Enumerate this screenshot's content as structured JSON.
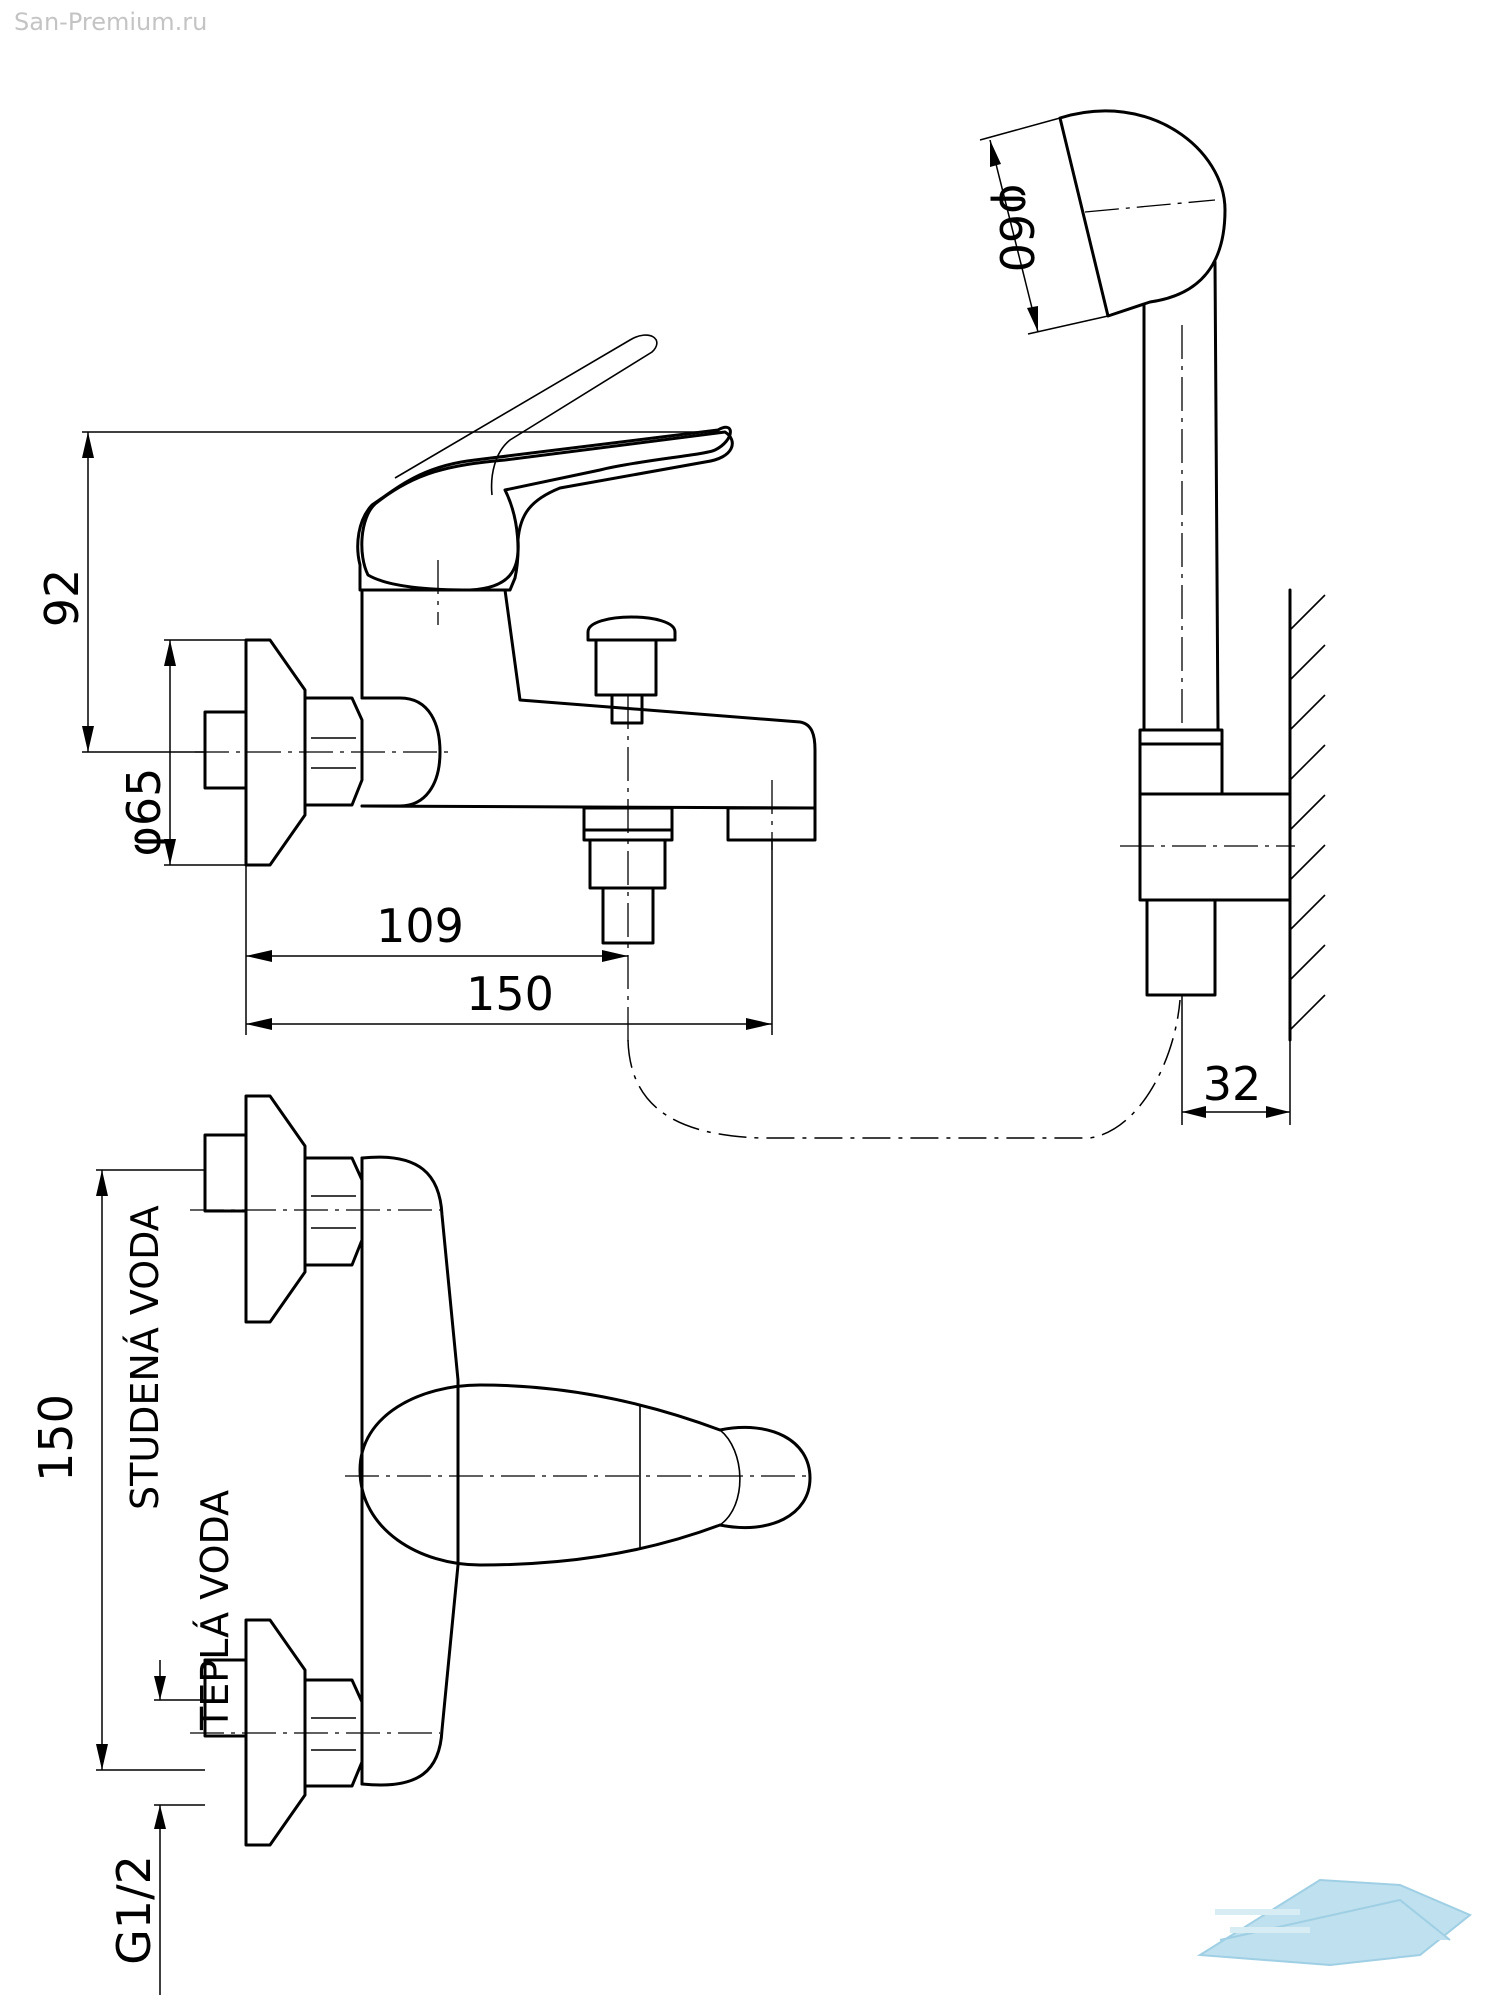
{
  "watermark": "San-Premium.ru",
  "dimensions": {
    "height_lever": "92",
    "wall_flange_diameter": "φ65",
    "spout_to_diverter": "109",
    "spout_length": "150",
    "shower_head_diameter": "φ60",
    "holder_depth": "32",
    "inlet_spacing": "150",
    "thread": "G1/2"
  },
  "labels": {
    "cold_water": "STUDENÁ VODA",
    "hot_water": "TEPLÁ VODA"
  },
  "colors": {
    "line": "#000000",
    "watermark": "#c4c4c4",
    "logo": "#bfe0ee"
  }
}
